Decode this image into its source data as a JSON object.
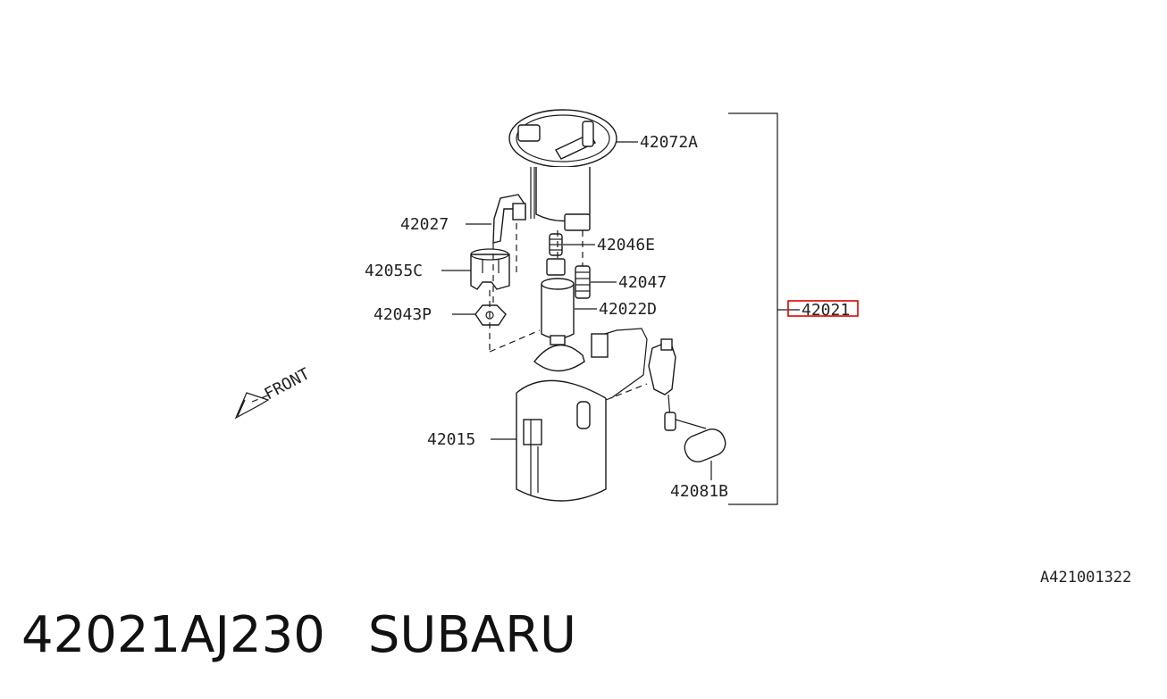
{
  "diagram": {
    "labels": {
      "p42072A": "42072A",
      "p42027": "42027",
      "p42046E": "42046E",
      "p42055C": "42055C",
      "p42047": "42047",
      "p42043P": "42043P",
      "p42022D": "42022D",
      "p42015": "42015",
      "p42081B": "42081B",
      "assembly": "42021"
    },
    "front_label": "FRONT",
    "diagram_code": "A421001322",
    "highlight_color": "#e00000"
  },
  "footer": {
    "part_number": "42021AJ230",
    "brand": "SUBARU"
  }
}
